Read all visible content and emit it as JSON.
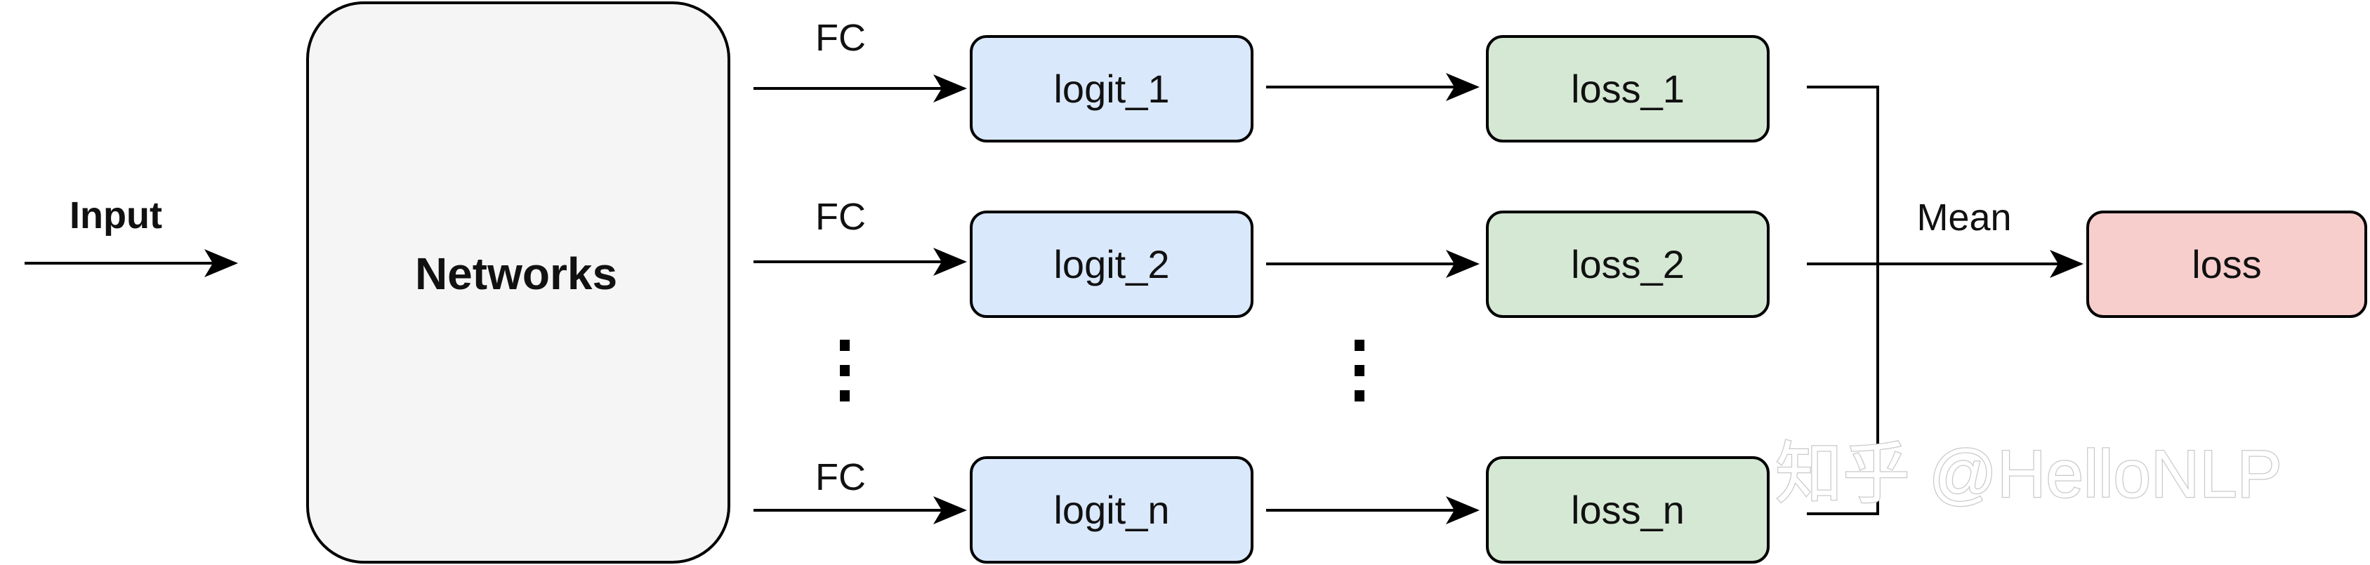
{
  "input_label": "Input",
  "networks_label": "Networks",
  "fc_labels": [
    "FC",
    "FC",
    "FC"
  ],
  "logits": [
    "logit_1",
    "logit_2",
    "logit_n"
  ],
  "losses": [
    "loss_1",
    "loss_2",
    "loss_n"
  ],
  "mean_label": "Mean",
  "output_label": "loss",
  "watermark": "知乎 @HelloNLP",
  "colors": {
    "networks_fill": "#f5f5f5",
    "logit_fill": "#dae8fc",
    "loss_fill": "#d5e8d4",
    "output_fill": "#f8cecc",
    "stroke": "#000000"
  }
}
